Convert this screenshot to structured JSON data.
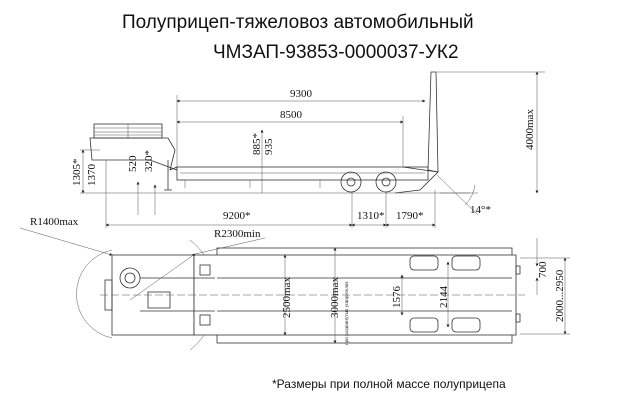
{
  "title": {
    "line1": "Полуприцеп-тяжеловоз автомобильный",
    "line2": "ЧМЗАП-93853-0000037-УК2"
  },
  "side_view_dimensions": {
    "overall_deck": "9300",
    "deck": "8500",
    "height_max": "4000max",
    "front_height_loaded": "1305*",
    "front_height": "1370",
    "kingpin_520": "520",
    "kingpin_320": "320*",
    "deck_height_loaded": "885*",
    "deck_height": "935",
    "kingpin_to_axle": "9200*",
    "axle_spacing": "1310*",
    "rear_overhang": "1790*",
    "ramp_angle": "14°*"
  },
  "top_view_dimensions": {
    "front_radius": "R1400max",
    "turning_radius": "R2300min",
    "width": "2500max",
    "width_extended": "3000max",
    "extended_note": "при раздвинутых уширителях",
    "track_inner": "1576",
    "track_outer": "2144",
    "ramp_width": "700",
    "ramp_spacing": "2000...2950"
  },
  "footnote": "*Размеры при полной массе полуприцепа"
}
